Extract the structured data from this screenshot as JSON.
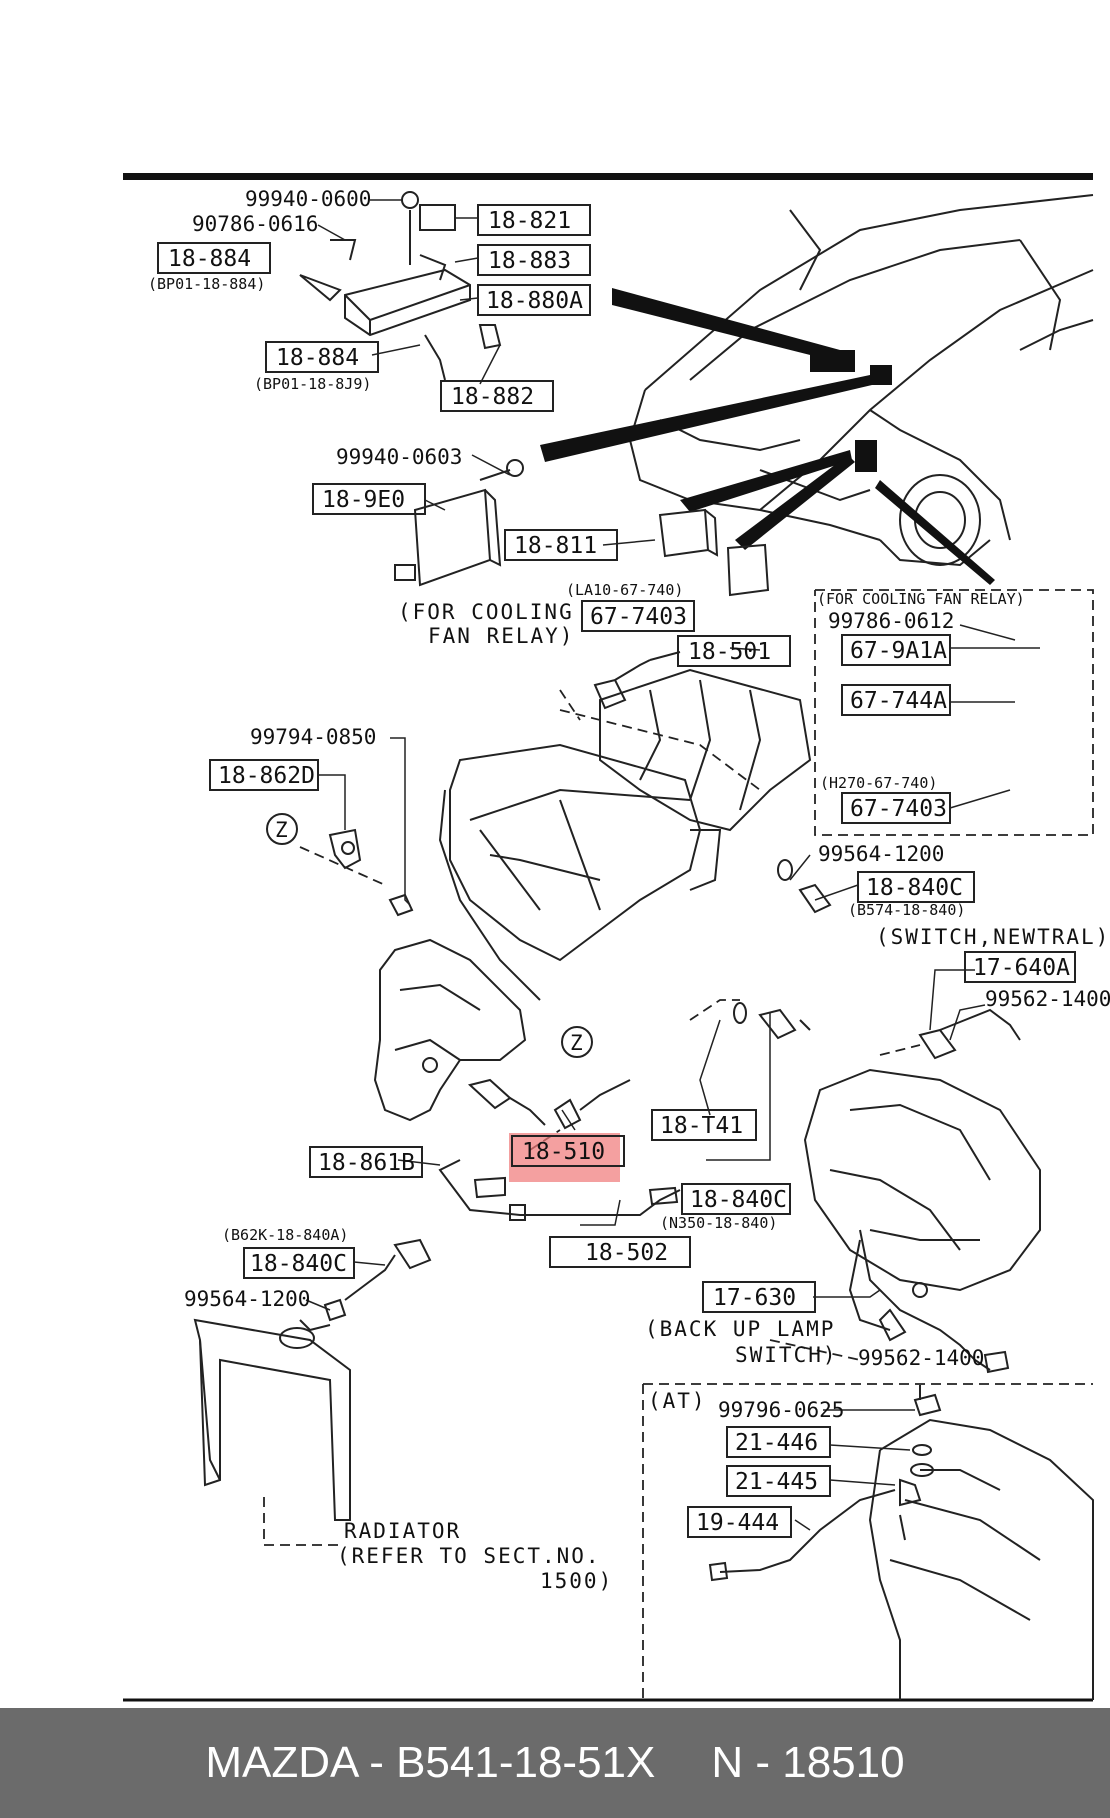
{
  "callouts": [
    {
      "id": "c1",
      "text": "99940-0600"
    },
    {
      "id": "c2",
      "text": "90786-0616"
    },
    {
      "id": "c3",
      "text": "18-884"
    },
    {
      "id": "c4",
      "text": "(BP01-18-884)"
    },
    {
      "id": "c5",
      "text": "18-821"
    },
    {
      "id": "c6",
      "text": "18-883"
    },
    {
      "id": "c7",
      "text": "18-880A"
    },
    {
      "id": "c8",
      "text": "18-884"
    },
    {
      "id": "c9",
      "text": "(BP01-18-8J9)"
    },
    {
      "id": "c10",
      "text": "18-882"
    },
    {
      "id": "c11",
      "text": "99940-0603"
    },
    {
      "id": "c12",
      "text": "18-9E0"
    },
    {
      "id": "c13",
      "text": "18-811"
    },
    {
      "id": "c14",
      "text": "(LA10-67-740)"
    },
    {
      "id": "c15",
      "text": "67-7403"
    },
    {
      "id": "c16",
      "text": "(FOR COOLING"
    },
    {
      "id": "c17",
      "text": "FAN RELAY)"
    },
    {
      "id": "c18",
      "text": "18-501"
    },
    {
      "id": "c19",
      "text": "(FOR COOLING FAN RELAY)"
    },
    {
      "id": "c20",
      "text": "99786-0612"
    },
    {
      "id": "c21",
      "text": "67-9A1A"
    },
    {
      "id": "c22",
      "text": "67-744A"
    },
    {
      "id": "c23",
      "text": "(H270-67-740)"
    },
    {
      "id": "c24",
      "text": "67-7403"
    },
    {
      "id": "c25",
      "text": "99794-0850"
    },
    {
      "id": "c26",
      "text": "18-862D"
    },
    {
      "id": "c27",
      "text": "99564-1200"
    },
    {
      "id": "c28",
      "text": "18-840C"
    },
    {
      "id": "c29",
      "text": "(B574-18-840)"
    },
    {
      "id": "c30",
      "text": "(SWITCH,NEWTRAL)"
    },
    {
      "id": "c31",
      "text": "17-640A"
    },
    {
      "id": "c32",
      "text": "99562-1400"
    },
    {
      "id": "c33",
      "text": "18-T41"
    },
    {
      "id": "c34",
      "text": "18-861B"
    },
    {
      "id": "c35",
      "text": "18-510"
    },
    {
      "id": "c36",
      "text": "18-840C"
    },
    {
      "id": "c37",
      "text": "(N350-18-840)"
    },
    {
      "id": "c38",
      "text": "18-502"
    },
    {
      "id": "c39",
      "text": "(B62K-18-840A)"
    },
    {
      "id": "c40",
      "text": "18-840C"
    },
    {
      "id": "c41",
      "text": "99564-1200"
    },
    {
      "id": "c42",
      "text": "17-630"
    },
    {
      "id": "c43",
      "text": "(BACK UP LAMP"
    },
    {
      "id": "c44",
      "text": "SWITCH)"
    },
    {
      "id": "c45",
      "text": "99562-1400"
    },
    {
      "id": "c46",
      "text": "(AT)"
    },
    {
      "id": "c47",
      "text": "99796-0625"
    },
    {
      "id": "c48",
      "text": "21-446"
    },
    {
      "id": "c49",
      "text": "21-445"
    },
    {
      "id": "c50",
      "text": "19-444"
    },
    {
      "id": "c51",
      "text": "RADIATOR"
    },
    {
      "id": "c52",
      "text": "(REFER TO SECT.NO."
    },
    {
      "id": "c53",
      "text": "1500)"
    },
    {
      "id": "c54",
      "text": "Z"
    },
    {
      "id": "c55",
      "text": "Z"
    }
  ],
  "highlight": {
    "part": "18-510",
    "color": "#f07878"
  },
  "footer": {
    "left": "MAZDA - B541-18-51X",
    "right": "N - 18510"
  }
}
